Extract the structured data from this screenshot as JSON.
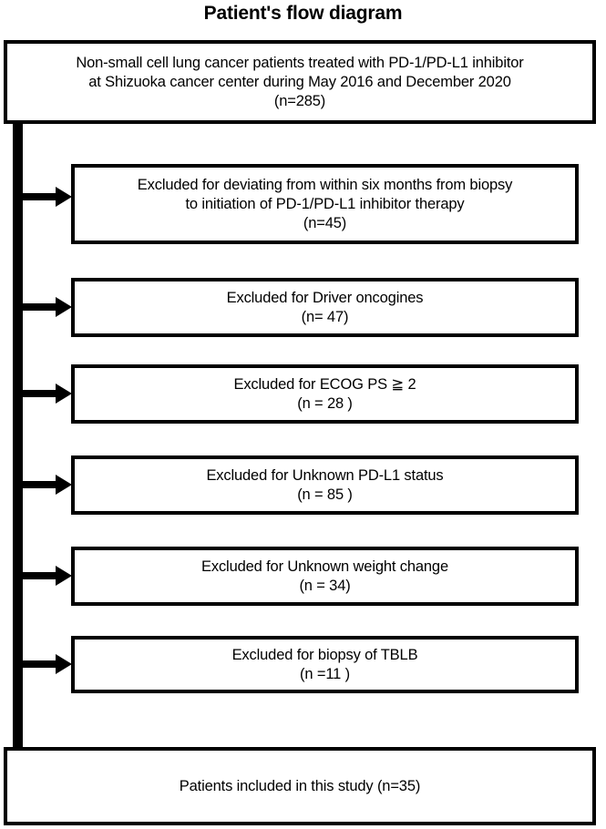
{
  "title": "Patient's flow diagram",
  "boxes": {
    "enrolled": {
      "label": "Non-small cell lung cancer patients treated with PD-1/PD-L1 inhibitor\nat Shizuoka cancer center during May 2016 and December 2020\n(n=285)",
      "n": 285
    },
    "included": {
      "label": "Patients included in this study (n=35)",
      "n": 35
    }
  },
  "exclusions": [
    {
      "label": "Excluded for deviating from within six months from biopsy\nto initiation of PD-1/PD-L1 inhibitor therapy\n(n=45)",
      "reason": "deviating from within six months from biopsy to initiation of PD-1/PD-L1 inhibitor therapy",
      "n": 45
    },
    {
      "label": "Excluded for Driver oncogines\n(n= 47)",
      "reason": "Driver oncogines",
      "n": 47
    },
    {
      "label": "Excluded for ECOG PS ≧ 2\n(n = 28 )",
      "reason": "ECOG PS ≧ 2",
      "n": 28
    },
    {
      "label": "Excluded for Unknown PD-L1 status\n(n = 85 )",
      "reason": "Unknown PD-L1 status",
      "n": 85
    },
    {
      "label": "Excluded for Unknown weight change\n(n = 34)",
      "reason": "Unknown weight change",
      "n": 34
    },
    {
      "label": "Excluded for biopsy of TBLB\n(n =11 )",
      "reason": "biopsy of TBLB",
      "n": 11
    }
  ],
  "colors": {
    "stroke": "#000000",
    "background": "#ffffff",
    "text": "#000000"
  },
  "chart_data": {
    "type": "diagram",
    "title": "Patient's flow diagram",
    "nodes": [
      {
        "id": "enrolled",
        "label": "Non-small cell lung cancer patients treated with PD-1/PD-L1 inhibitor at Shizuoka cancer center during May 2016 and December 2020",
        "n": 285
      },
      {
        "id": "excluded-1",
        "label": "Excluded for deviating from within six months from biopsy to initiation of PD-1/PD-L1 inhibitor therapy",
        "n": 45
      },
      {
        "id": "excluded-2",
        "label": "Excluded for Driver oncogines",
        "n": 47
      },
      {
        "id": "excluded-3",
        "label": "Excluded for ECOG PS ≧ 2",
        "n": 28
      },
      {
        "id": "excluded-4",
        "label": "Excluded for Unknown PD-L1 status",
        "n": 85
      },
      {
        "id": "excluded-5",
        "label": "Excluded for Unknown weight change",
        "n": 34
      },
      {
        "id": "excluded-6",
        "label": "Excluded for biopsy of TBLB",
        "n": 11
      },
      {
        "id": "included",
        "label": "Patients included in this study",
        "n": 35
      }
    ],
    "edges": [
      {
        "from": "enrolled",
        "to": "excluded-1"
      },
      {
        "from": "enrolled",
        "to": "excluded-2"
      },
      {
        "from": "enrolled",
        "to": "excluded-3"
      },
      {
        "from": "enrolled",
        "to": "excluded-4"
      },
      {
        "from": "enrolled",
        "to": "excluded-5"
      },
      {
        "from": "enrolled",
        "to": "excluded-6"
      },
      {
        "from": "enrolled",
        "to": "included"
      }
    ]
  }
}
